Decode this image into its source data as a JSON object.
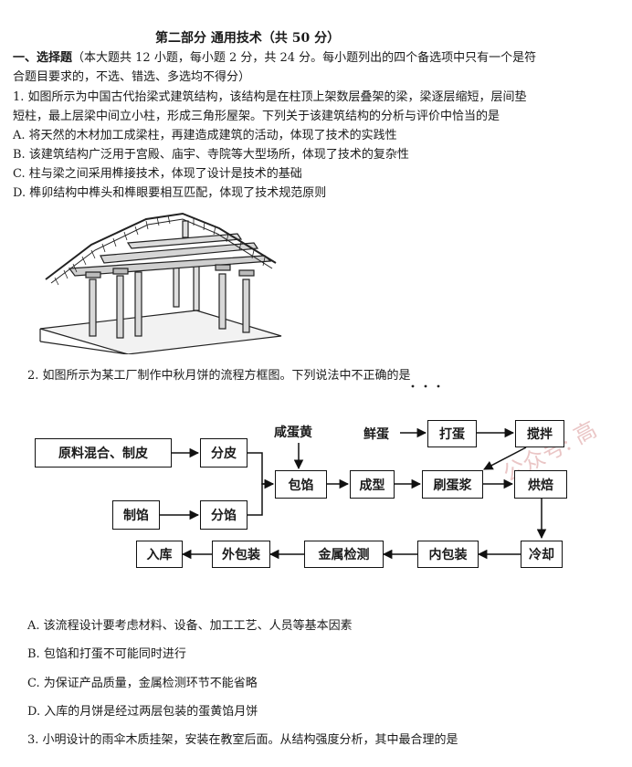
{
  "section_title": "第二部分  通用技术（共 50 分）",
  "section1": {
    "label": "一、选择题",
    "desc1": "（本大题共 12 小题，每小题 2 分，共 24 分。每小题列出的四个备选项中只有一个是符",
    "desc2": "合题目要求的，不选、错选、多选均不得分）"
  },
  "q1": {
    "stem1": "1. 如图所示为中国古代抬梁式建筑结构，该结构是在柱顶上架数层叠架的梁，梁逐层缩短，层间垫",
    "stem2": "短柱，最上层梁中间立小柱，形成三角形屋架。下列关于该建筑结构的分析与评价中恰当的是",
    "opt_a": "A.  将天然的木材加工成梁柱，再建造成建筑的活动，体现了技术的实践性",
    "opt_b": "B.  该建筑结构广泛用于宫殿、庙宇、寺院等大型场所，体现了技术的复杂性",
    "opt_c": "C.  柱与梁之间采用榫接技术，体现了设计是技术的基础",
    "opt_d": "D.  榫卯结构中榫头和榫眼要相互匹配，体现了技术规范原则"
  },
  "q2": {
    "stem": "2.  如图所示为某工厂制作中秋月饼的流程方框图。下列说法中不正确的是",
    "flow": {
      "raw_mix": "原料混合、制皮",
      "split_skin": "分皮",
      "salted_yolk": "咸蛋黄",
      "fresh_egg": "鲜蛋",
      "beat_egg": "打蛋",
      "stir": "搅拌",
      "wrap_filling": "包馅",
      "shaping": "成型",
      "brush_egg": "刷蛋浆",
      "bake": "烘焙",
      "make_filling": "制馅",
      "split_filling": "分馅",
      "storage": "入库",
      "outer_pack": "外包装",
      "metal_detect": "金属检测",
      "inner_pack": "内包装",
      "cool": "冷却"
    },
    "opt_a": "A. 该流程设计要考虑材料、设备、加工工艺、人员等基本因素",
    "opt_b": "B. 包馅和打蛋不可能同时进行",
    "opt_c": "C. 为保证产品质量，金属检测环节不能省略",
    "opt_d": "D. 入库的月饼是经过两层包装的蛋黄馅月饼"
  },
  "q3": {
    "stem": "3. 小明设计的雨伞木质挂架，安装在教室后面。从结构强度分析，其中最合理的是"
  },
  "watermark": "公众号: 高"
}
